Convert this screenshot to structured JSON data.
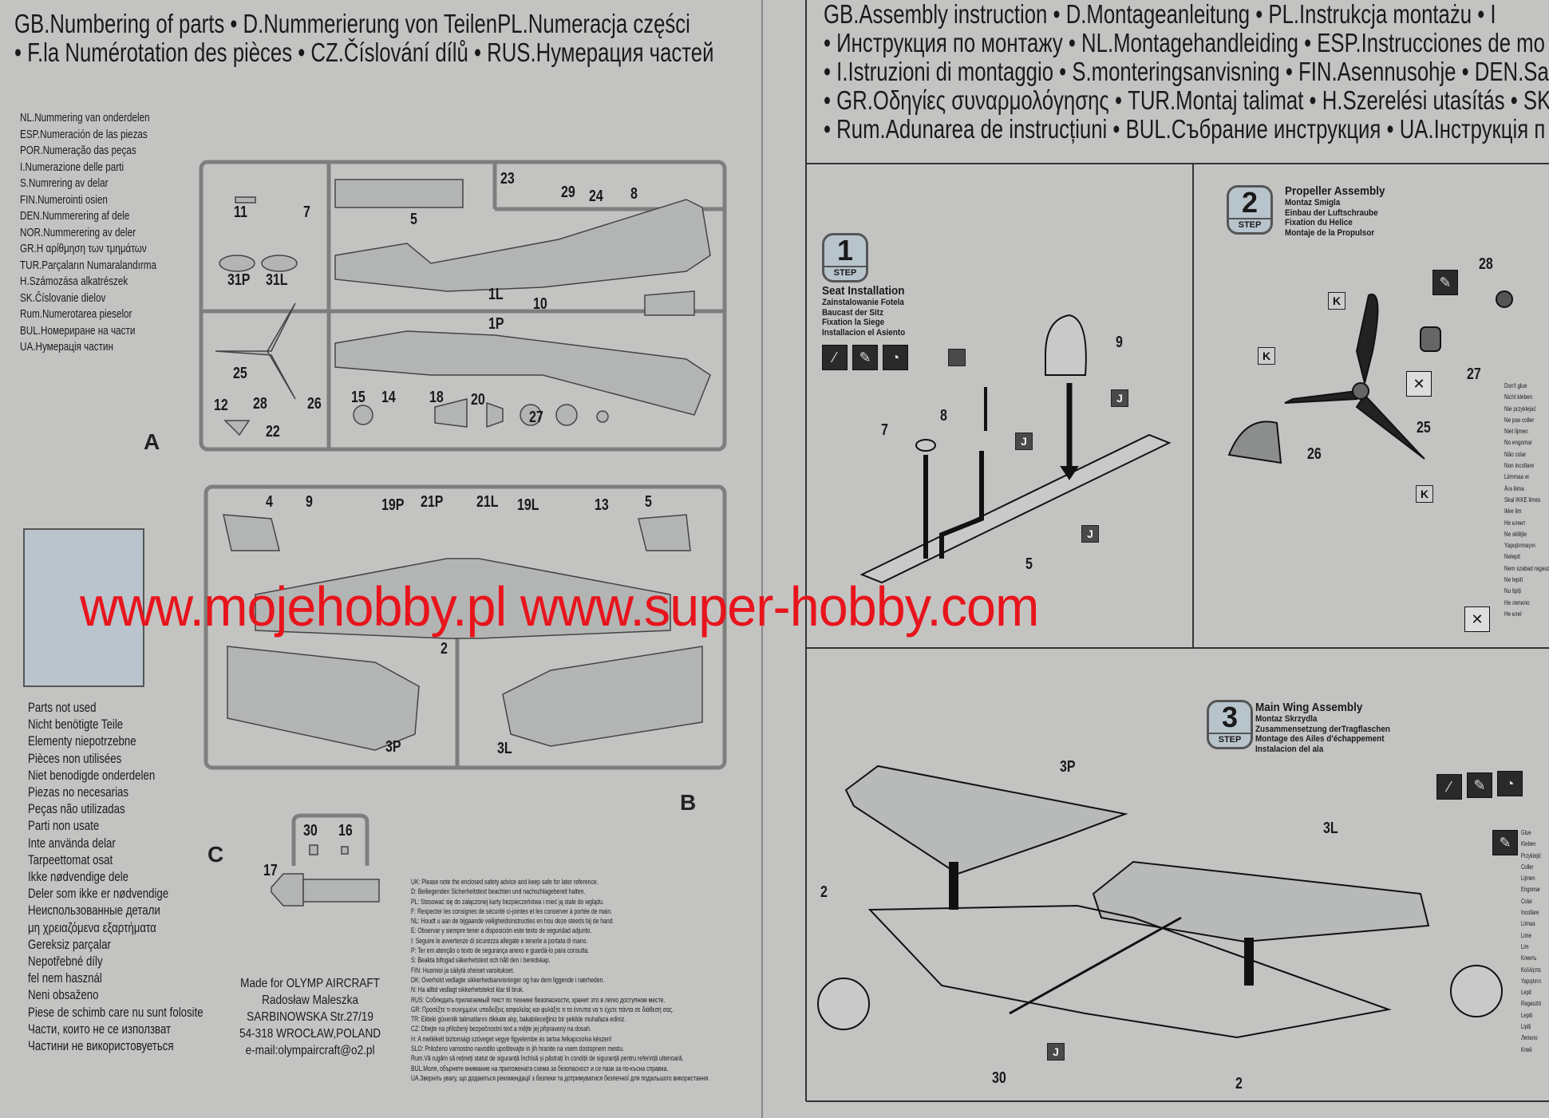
{
  "left": {
    "header_line1": "GB.Numbering of parts • D.Nummerierung von TeilenPL.Numeracja części",
    "header_line2": "• F.la Numérotation des pièces • CZ.Číslování dílů • RUS.Нумерация частей",
    "numbering_languages": [
      "NL.Nummering van onderdelen",
      "ESP.Numeración de las piezas",
      "POR.Numeração das peças",
      "I.Numerazione delle parti",
      "S.Numrering av delar",
      "FIN.Numerointi osien",
      "DEN.Nummerering af dele",
      "NOR.Nummerering av deler",
      "GR.H αρίθμηση των τμημάτων",
      "TUR.Parçaların Numaralandırma",
      "H.Számozása alkatrészek",
      "SK.Číslovanie dielov",
      "Rum.Numerotarea pieselor",
      "BUL.Номериране на части",
      "UA.Нумерація частин"
    ],
    "sprue_a": {
      "letter": "A",
      "parts": [
        "11",
        "7",
        "5",
        "23",
        "29",
        "24",
        "8",
        "31P",
        "31L",
        "1L",
        "10",
        "1P",
        "25",
        "12",
        "28",
        "22",
        "26",
        "15",
        "14",
        "18",
        "20",
        "27"
      ]
    },
    "sprue_b": {
      "letter": "B",
      "parts": [
        "4",
        "9",
        "19P",
        "21P",
        "21L",
        "19L",
        "13",
        "5",
        "2",
        "3P",
        "3L"
      ]
    },
    "sprue_c": {
      "letter": "C",
      "parts": [
        "30",
        "16",
        "17"
      ]
    },
    "parts_not_used": [
      "Parts not used",
      "Nicht benötigte Teile",
      "Elementy niepotrzebne",
      "Pièces non utilisées",
      "Niet benodigde onderdelen",
      "Piezas no necesarias",
      "Peças não utilizadas",
      "Parti non usate",
      "Inte använda delar",
      "Tarpeettomat osat",
      "Ikke nødvendige dele",
      "Deler som ikke er nødvendige",
      "Неиспользованные детали",
      "μη χρειαζόμενα εξαρτήματα",
      "Gereksiz parçalar",
      "Nepotřebné díly",
      "fel nem használ",
      "Neni obsaženo",
      "Piese de schimb care nu sunt folosite",
      "Части, които не се използват",
      "Частини не використовуеться"
    ],
    "made_for": [
      "Made for OLYMP AIRCRAFT",
      "Radosław  Maleszka",
      "SARBINOWSKA Str.27/19",
      "54-318 WROCŁAW,POLAND",
      "e-mail:olympaircraft@o2.pl"
    ],
    "safety": [
      "UK: Please note the enclosed safety advice and keep safe for later reference.",
      "D: Beiliegenden Sicherheitstext beachten und nachschlagebereit halten.",
      "PL: Stosować się do załączonej karty bezpieczeństwa i mieć ją stale do wglądu.",
      "F: Respecter les consignes de sécurité ci-jointes et les conserver à portée de main.",
      "NL: Houdt u aan de bijgaande veiligheidsinstructies en hou deze steeds bij de hand.",
      "E: Observar y siempre tener a disposición este texto de seguridad adjunto.",
      "I: Seguire le avvertenze di sicurezza allegate e tenerle a portata di mano.",
      "P: Ter em atenção o texto de segurança anexo e guardá-lo para consulta.",
      "S: Beakta bifogad säkerhetstext och håll den i beredskap.",
      "FIN: Huomioi ja säilytä oheiset varoitukset.",
      "DK: Overhold vedlagte sikkerhedsanvisninger og hav dem liggende i nærheden.",
      "N: Ha alltid vedlagt sikkerhetstekst klar til bruk.",
      "RUS: Соблюдать прилагаемый текст по технике безопасности, хранит это в легко доступном месте.",
      "GR: Προσέξτε τι συνημμένε υποδείξεις ασφαλείας και φυλάξτε τι τα έντυπα να τι έχετε πάντα σε διάθεσή σας.",
      "TR: Ekteki güvenlik talimatlarını dikkate alıp, bakabileceğiniz bir şekilde muhafaza ediniz.",
      "CZ: Dbejte na přiložený bezpečnostní text a mějte jej připravený na dosah.",
      "H: A mellékelt biztonsági szöveget vegye figyelembe és tartsa felkapcsolva készen!",
      "SLO: Priloženo varnostno navodilo upoštevajte in jih hranite na vsem dostopnem mestu.",
      "Rum.Vă rugăm să rețineți statut de siguranță închisă și păstrați în condiții de siguranță pentru referință ulterioară.",
      "BUL.Моля, обърнете внимание на приложената схема за безопасност и се пази за по-късна справка.",
      "UA.Зверніть увагу, що додаються рекомендації з безпеки та дотримуватися безпечної для подальшого використання."
    ]
  },
  "right": {
    "header_lines": [
      "GB.Assembly instruction • D.Montageanleitung • PL.Instrukcja montażu • I",
      "• Инструкция по монтажу • NL.Montagehandleiding  • ESP.Instrucciones de mo",
      "• I.Istruzioni di montaggio  • S.monteringsanvisning  • FIN.Asennusohje  • DEN.Sa",
      "• GR.Οδηγίες συναρμολόγησης  • TUR.Montaj talimat   • H.Szerelési utasítás  • SK.",
      "• Rum.Adunarea de instrucțiuni  • BUL.Събрание инструкция • UA.Інструкція п"
    ],
    "steps": [
      {
        "number": "1",
        "step_label": "STEP",
        "titles": [
          "Seat Installation",
          "Zainstalowanie Fotela",
          "Baucast der Sitz",
          "Fixation la Siege",
          "Installacion el Asiento"
        ],
        "callouts": [
          "9",
          "8",
          "7",
          "J",
          "J",
          "5",
          "J"
        ]
      },
      {
        "number": "2",
        "step_label": "STEP",
        "titles": [
          "Propeller Assembly",
          "Montaz Smigla",
          "Einbau der Luftschraube",
          "Fixation du Helice",
          "Montaje de la Propulsor"
        ],
        "callouts": [
          "28",
          "K",
          "27",
          "K",
          "25",
          "26",
          "K"
        ]
      },
      {
        "number": "3",
        "step_label": "STEP",
        "titles": [
          "Main Wing Assembly",
          "Montaz Skrzydla",
          "Zusammensetzung derTragflaschen",
          "Montage des Ailes d'échappement",
          "Instalacion del ala"
        ],
        "callouts": [
          "3P",
          "3L",
          "2",
          "30",
          "J",
          "2"
        ]
      }
    ],
    "dont_glue": [
      "Don't glue",
      "Nicht kleben",
      "Nie przyklejać",
      "Ne pas coller",
      "Niet lijmen",
      "No engomar",
      "Não colar",
      "Non incollare",
      "Liimmaa ei",
      "Ära liima",
      "Skal IKKE limes",
      "Ikke lim",
      "Не клеит",
      "Ne sklějte",
      "Yapıştırmayın",
      "Nelepit",
      "Nem szabad ragasztani",
      "Ne lepiti",
      "Nu lipiți",
      "Не лепило",
      "Не клеї"
    ],
    "glue": [
      "Glue",
      "Kleben",
      "Przyklejić",
      "Coller",
      "Lijmen",
      "Engomar",
      "Colar",
      "Incollare",
      "Liimaa",
      "Lime",
      "Lim",
      "Клеить",
      "Κολλήστε",
      "Yapıştırın",
      "Lepit",
      "Ragasztó",
      "Lepiti",
      "Lipiți",
      "Лепило",
      "Клей"
    ]
  },
  "watermark": "www.mojehobby.pl www.super-hobby.com",
  "colors": {
    "paper": "#c3c4c2",
    "watermark": "#e8141c",
    "blue_panel": "#b9c4cc"
  }
}
